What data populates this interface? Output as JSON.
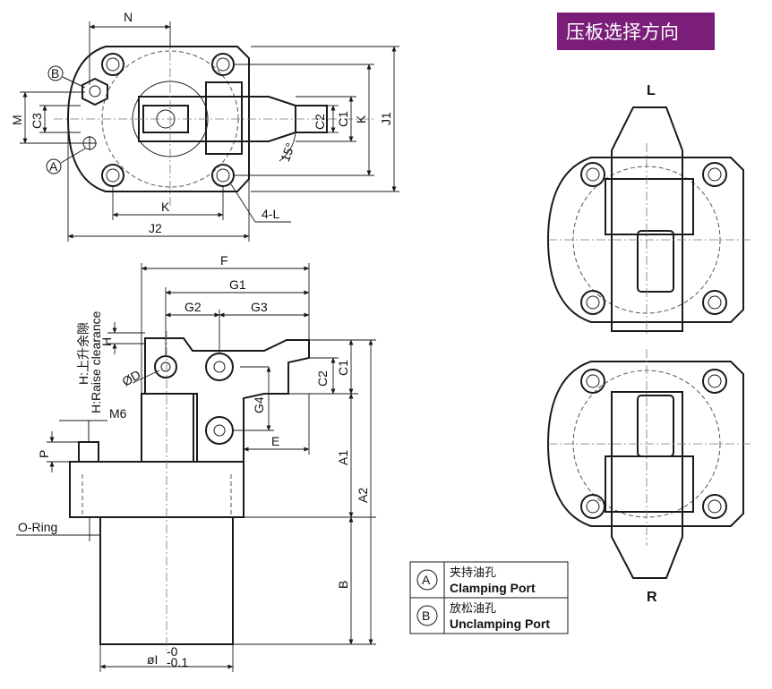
{
  "title": "压板选择方向",
  "colors": {
    "title_bg": "#7b1e7a",
    "line": "#1a1a1a"
  },
  "top_view_labels": {
    "N": "N",
    "M": "M",
    "C3": "C3",
    "C2": "C2",
    "C1": "C1",
    "K_right": "K",
    "J1": "J1",
    "K_bottom": "K",
    "J2": "J2",
    "L": "4-L",
    "angle": "15°",
    "port_a": "A",
    "port_b": "B"
  },
  "side_view_labels": {
    "F": "F",
    "G1": "G1",
    "G2": "G2",
    "G3": "G3",
    "H": "H",
    "D": "ØD",
    "C2": "C2",
    "C1": "C1",
    "G4": "G4",
    "E": "E",
    "M6": "M6",
    "P": "P",
    "A1": "A1",
    "A2": "A2",
    "B": "B",
    "oring": "O-Ring",
    "bore": "øI",
    "tol_upper": "-0",
    "tol_lower": "-0.1",
    "raise_cn": "H:上升余隙",
    "raise_en": "H:Raise clearance"
  },
  "direction_labels": {
    "left": "L",
    "right": "R"
  },
  "legend": [
    {
      "symbol": "A",
      "cn": "夹持油孔",
      "en": "Clamping Port"
    },
    {
      "symbol": "B",
      "cn": "放松油孔",
      "en": "Unclamping Port"
    }
  ]
}
